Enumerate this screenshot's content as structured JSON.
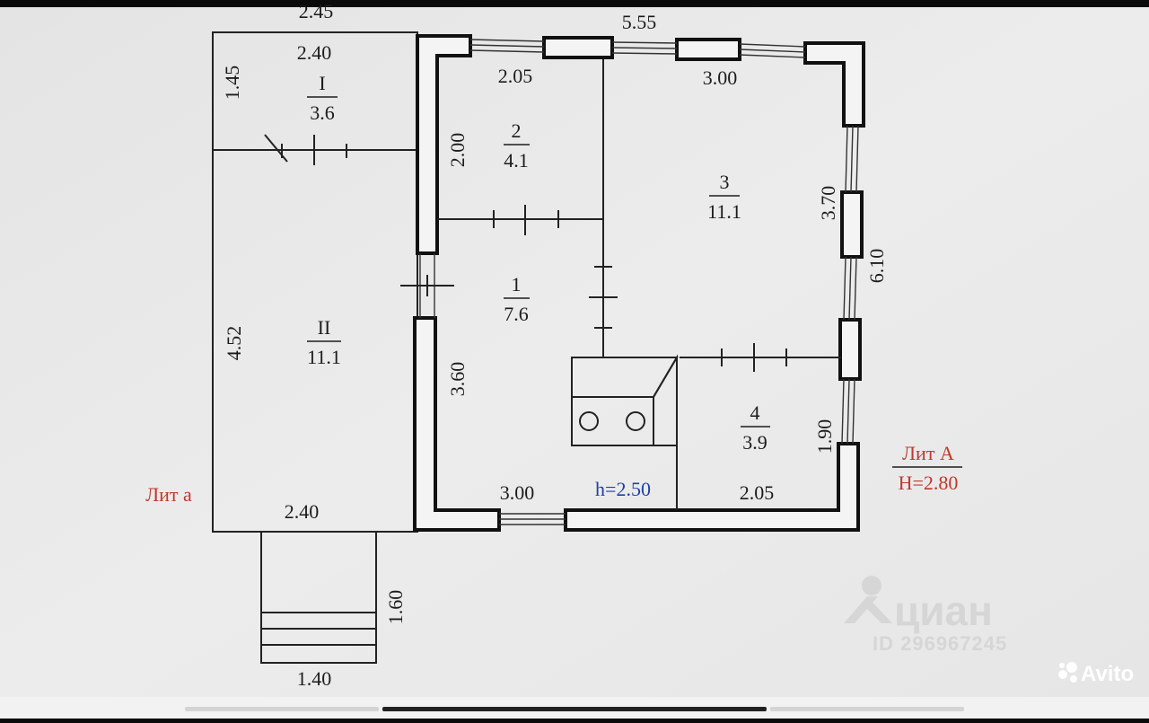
{
  "plan": {
    "dimensions": {
      "top_cut": "2.45",
      "top_overall": "5.55",
      "veranda_top": "2.40",
      "veranda_side_upper": "1.45",
      "veranda_side_lower": "4.52",
      "veranda_bottom": "2.40",
      "room2_top": "2.05",
      "room3_top": "3.00",
      "room2_side": "2.00",
      "right_upper": "3.70",
      "right_overall": "6.10",
      "room1_side": "3.60",
      "right_lower": "1.90",
      "bottom_left": "3.00",
      "bottom_right": "2.05",
      "porch_side": "1.60",
      "porch_bottom": "1.40"
    },
    "rooms": [
      {
        "number": "I",
        "area": "3.6"
      },
      {
        "number": "II",
        "area": "11.1"
      },
      {
        "number": "1",
        "area": "7.6"
      },
      {
        "number": "2",
        "area": "4.1"
      },
      {
        "number": "3",
        "area": "11.1"
      },
      {
        "number": "4",
        "area": "3.9"
      }
    ],
    "ceiling_height_label": "h=2.50",
    "lit_a_small": "Лит а",
    "lit_a_big": "Лит А",
    "lit_a_big_height": "H=2.80"
  },
  "watermark": {
    "brand": "циан",
    "id_label": "ID 296967245"
  },
  "avito_label": "Avito",
  "colors": {
    "paper": "#e8e8e8",
    "lines": "#1c1c1c",
    "lit_red": "#c0392b",
    "height_blue": "#1f3fa6"
  }
}
